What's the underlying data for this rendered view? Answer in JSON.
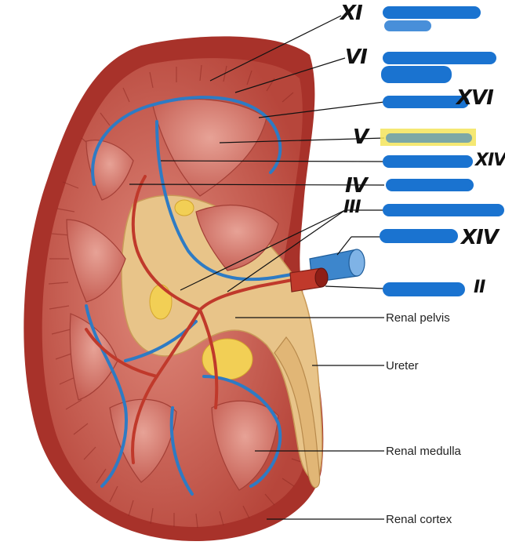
{
  "labels": {
    "renal_pelvis": "Renal pelvis",
    "ureter": "Ureter",
    "renal_medulla": "Renal medulla",
    "renal_cortex": "Renal cortex"
  },
  "handwritten": {
    "m1": "XI",
    "m2": "VI",
    "m3": "XVI",
    "m4": "V",
    "m5": "XIV",
    "m6": "IV",
    "m7": "III",
    "m8": "XIV",
    "m9": "II"
  },
  "colors": {
    "kidney_capsule": "#a8322a",
    "cortex": "#cf6a5e",
    "medulla": "#c95b52",
    "pelvis": "#e8c489",
    "vein": "#2e7bc4",
    "artery": "#c0392b",
    "highlight": "#f3e45a",
    "scribble": "#1a73d0"
  }
}
